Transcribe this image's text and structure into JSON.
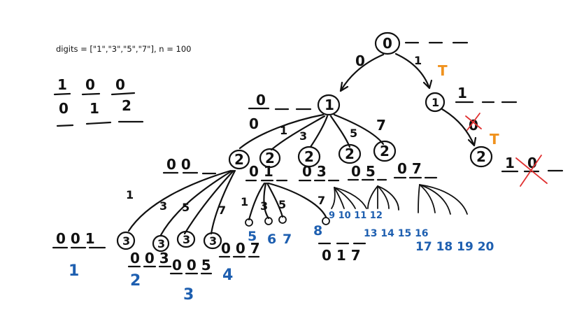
{
  "problem": {
    "text": "digits = [\"1\",\"3\",\"5\",\"7\"], n = 100"
  },
  "table": {
    "row1": [
      "1",
      "0",
      "0"
    ],
    "row2": [
      "0",
      "1",
      "2"
    ]
  },
  "nodes": {
    "root": "0",
    "a": "1",
    "b": "1",
    "c": "2",
    "level2": [
      "2",
      "2",
      "2",
      "2",
      "2"
    ],
    "level3": [
      "3",
      "3",
      "3",
      "3"
    ]
  },
  "edges": {
    "root_left": "0",
    "root_right": "1",
    "a_children": [
      "1",
      "3",
      "5",
      "7"
    ],
    "b_child": "0",
    "n2_children": [
      "1",
      "3",
      "5",
      "7"
    ],
    "n01_children": [
      "1",
      "3",
      "5",
      "7"
    ]
  },
  "marks": {
    "t1": "T",
    "t2": "T"
  },
  "blanks": {
    "a_prefix": "0",
    "a_prefix2": "0",
    "b_prefix": "1",
    "c_prefix": "1",
    "c_crossed": "0",
    "n2_prefix": "0 0",
    "n01": "0 1",
    "n03": "0 3",
    "n05": "0 5",
    "n07": "0 7",
    "b001": "0 0 1",
    "b003": "0 0 3",
    "b005": "0 0 5",
    "b007": "0 0 7",
    "b017": "0 1 7"
  },
  "counts": {
    "c1": "1",
    "c2": "2",
    "c3": "3",
    "c4": "4",
    "c5": "5",
    "c6": "6",
    "c7": "7",
    "c8": "8",
    "c9_12": "9 10 11 12",
    "c13_16": "13 14 15 16",
    "c17_20": "17 18 19 20"
  },
  "colors": {
    "ink": "#111111",
    "count_blue": "#1e5fb0",
    "mark_orange": "#f0921e",
    "cross_red": "#e03030"
  }
}
